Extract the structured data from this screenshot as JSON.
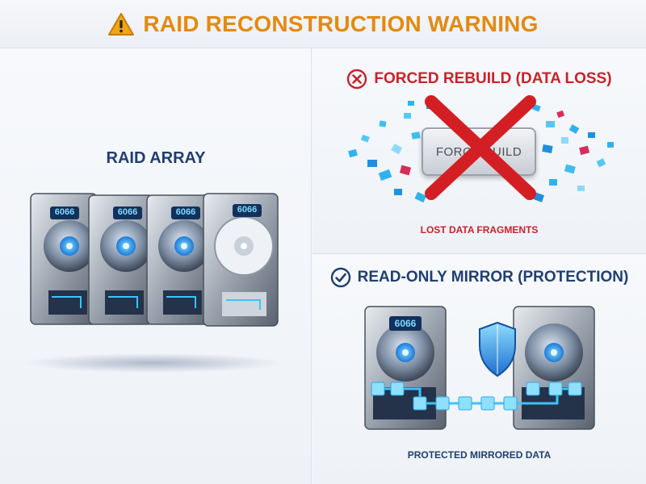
{
  "header": {
    "title": "RAID RECONSTRUCTION WARNING",
    "icon": "warning-triangle-icon",
    "accent_color": "#e38a12"
  },
  "left_panel": {
    "label": "RAID ARRAY",
    "drive_badges": [
      "6066",
      "6066",
      "6066",
      "6066"
    ]
  },
  "forced_rebuild": {
    "heading": "FORCED REBUILD (DATA LOSS)",
    "icon": "x-circle-icon",
    "plate_text": "FORCE BUILD",
    "caption": "LOST DATA FRAGMENTS",
    "color": "#c9222a"
  },
  "mirror": {
    "heading": "READ-ONLY MIRROR (PROTECTION)",
    "icon": "check-circle-icon",
    "drive_badges": [
      "6066",
      ""
    ],
    "caption": "PROTECTED MIRRORED DATA",
    "color": "#1f3f73"
  }
}
